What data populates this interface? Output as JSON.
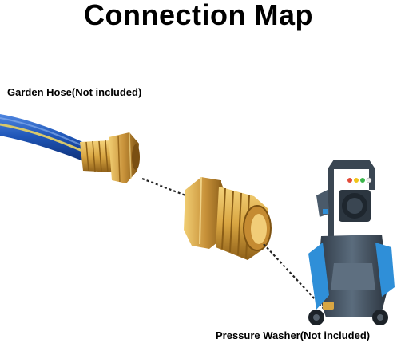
{
  "title": "Connection Map",
  "labels": {
    "garden_hose": "Garden Hose(Not included)",
    "pressure_washer": "Pressure Washer(Not included)"
  },
  "colors": {
    "hose_blue": "#1f56b8",
    "hose_stripe": "#d8c86a",
    "brass": "#d9a642",
    "brass_dark": "#9b6a1c",
    "washer_body": "#4a5a6a",
    "washer_accent": "#2f8fd8",
    "dash_line": "#222222"
  }
}
